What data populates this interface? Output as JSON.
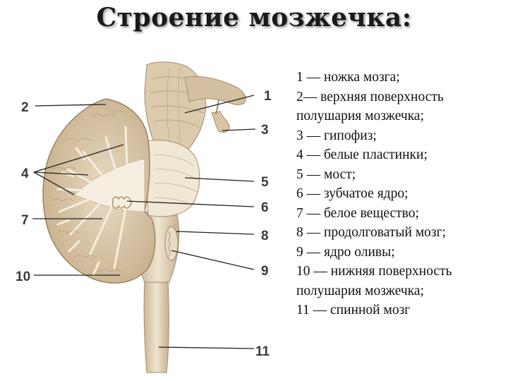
{
  "title": "Строение мозжечка:",
  "callout_numbers": [
    "1",
    "2",
    "3",
    "4",
    "5",
    "6",
    "7",
    "8",
    "9",
    "10",
    "11"
  ],
  "legend": [
    "1 — ножка мозга;",
    "2— верхняя поверхность",
    "полушария мозжечка;",
    "3 — гипофиз;",
    "4 — белые пластинки;",
    "5 — мост;",
    "6 — зубчатое ядро;",
    "7 — белое вещество;",
    "8 — продолговатый мозг;",
    "9 — ядро оливы;",
    "10 — нижняя поверхность",
    "полушария мозжечка;",
    "11 — спинной мозг"
  ],
  "colors": {
    "tissue": "#d9c7a8",
    "tissue_dark": "#b49a78",
    "white_matter": "#f4ecdc",
    "stem": "#e6d8c0"
  }
}
